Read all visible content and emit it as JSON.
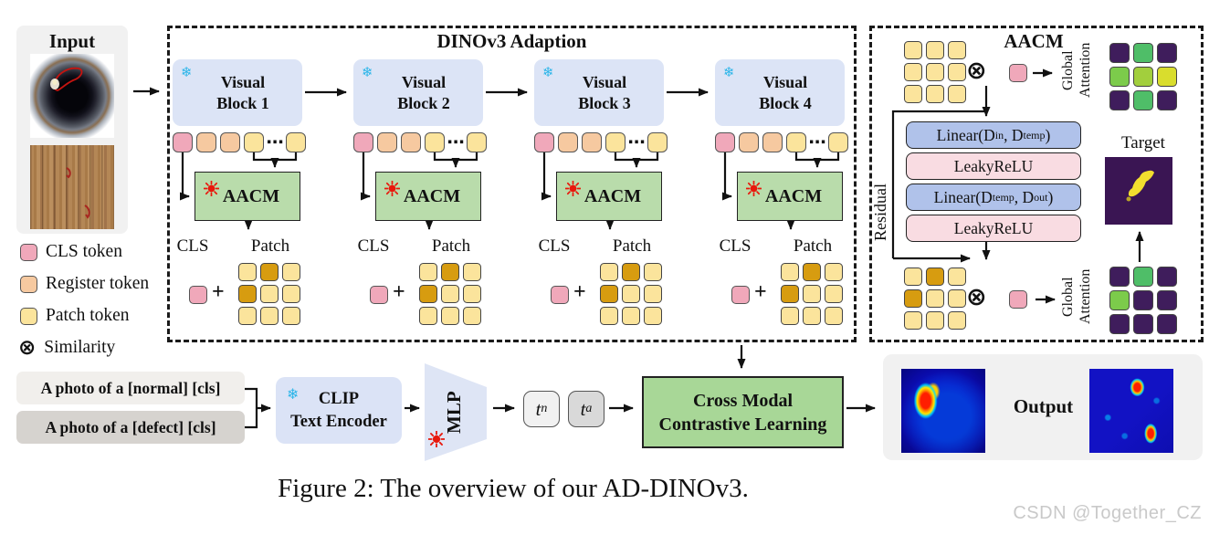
{
  "icons": {
    "snowflake": "❄",
    "dots": "⋯",
    "plus": "+",
    "similarity": "⊗"
  },
  "colors": {
    "cls": "#f0a8ba",
    "register": "#f6c9a0",
    "patch": "#fbe49c",
    "patch_dark": "#d79c10",
    "block_bg": "#dce4f6",
    "aacm_bg": "#b9dcab",
    "linear_bg": "#b0c2ea",
    "relu_bg": "#f9dce2",
    "clip_bg": "#dbe3f6",
    "mlp_bg": "#dee5f5",
    "cross_modal_bg": "#a8d797",
    "prompt_normal_bg": "#f1efec",
    "prompt_defect_bg": "#d6d3cf",
    "tn_bg": "#f1f1f1",
    "ta_bg": "#d9d9d9",
    "panel_bg": "#f1f1f1",
    "snowflake": "#2bb5e9",
    "fire": "#e8180c"
  },
  "input": {
    "title": "Input"
  },
  "adaption": {
    "title": "DINOv3 Adaption",
    "blocks": [
      {
        "label": "Visual\nBlock 1"
      },
      {
        "label": "Visual\nBlock 2"
      },
      {
        "label": "Visual\nBlock 3"
      },
      {
        "label": "Visual\nBlock 4"
      }
    ],
    "aacm_label": "AACM",
    "cls_label": "CLS",
    "patch_label": "Patch",
    "patch_grid": [
      [
        "#fbe49c",
        "#d79c10",
        "#fbe49c"
      ],
      [
        "#d79c10",
        "#fbe49c",
        "#fbe49c"
      ],
      [
        "#fbe49c",
        "#fbe49c",
        "#fbe49c"
      ]
    ]
  },
  "legend": {
    "items": [
      {
        "label": "CLS token",
        "color": "#f0a8ba"
      },
      {
        "label": "Register token",
        "color": "#f6c9a0"
      },
      {
        "label": "Patch token",
        "color": "#fbe49c"
      }
    ],
    "similarity_label": "Similarity"
  },
  "aacm_panel": {
    "title": "AACM",
    "global_attention": "Global\nAttention",
    "residual_label": "Residual",
    "target_label": "Target",
    "layers": [
      {
        "t1": "Linear(D",
        "s1": "in",
        "t2": ", D",
        "s2": "temp",
        "t3": ")"
      },
      {
        "t1": "LeakyReLU"
      },
      {
        "t1": "Linear(D",
        "s1": "temp",
        "t2": ", D",
        "s2": "out",
        "t3": ")"
      },
      {
        "t1": "LeakyReLU"
      }
    ],
    "grid_top": [
      [
        "#fbe49c",
        "#fbe49c",
        "#fbe49c"
      ],
      [
        "#fbe49c",
        "#fbe49c",
        "#fbe49c"
      ],
      [
        "#fbe49c",
        "#fbe49c",
        "#fbe49c"
      ]
    ],
    "grid_bottom": [
      [
        "#fbe49c",
        "#d79c10",
        "#fbe49c"
      ],
      [
        "#d79c10",
        "#fbe49c",
        "#fbe49c"
      ],
      [
        "#fbe49c",
        "#fbe49c",
        "#fbe49c"
      ]
    ],
    "attn_top": [
      [
        "#3f1d5c",
        "#4fbe68",
        "#3f1d5c"
      ],
      [
        "#7ccb4b",
        "#a2cf3d",
        "#d9dd2d"
      ],
      [
        "#3f1d5c",
        "#4fbe68",
        "#3f1d5c"
      ]
    ],
    "attn_bottom": [
      [
        "#3f1d5c",
        "#4fbe68",
        "#3f1d5c"
      ],
      [
        "#7ccb4b",
        "#3f1d5c",
        "#3f1d5c"
      ],
      [
        "#3f1d5c",
        "#3f1d5c",
        "#3f1d5c"
      ]
    ]
  },
  "bottom": {
    "prompt_normal": "A photo of a [normal] [cls]",
    "prompt_defect": "A photo of a [defect] [cls]",
    "clip_label": "CLIP\nText Encoder",
    "mlp_label": "MLP",
    "tn": {
      "base": "t",
      "sub": "n"
    },
    "ta": {
      "base": "t",
      "sub": "a"
    },
    "cross_modal_label": "Cross Modal\nContrastive Learning",
    "output_label": "Output"
  },
  "caption": "Figure 2: The overview of our AD-DINOv3.",
  "watermark": "CSDN @Together_CZ"
}
